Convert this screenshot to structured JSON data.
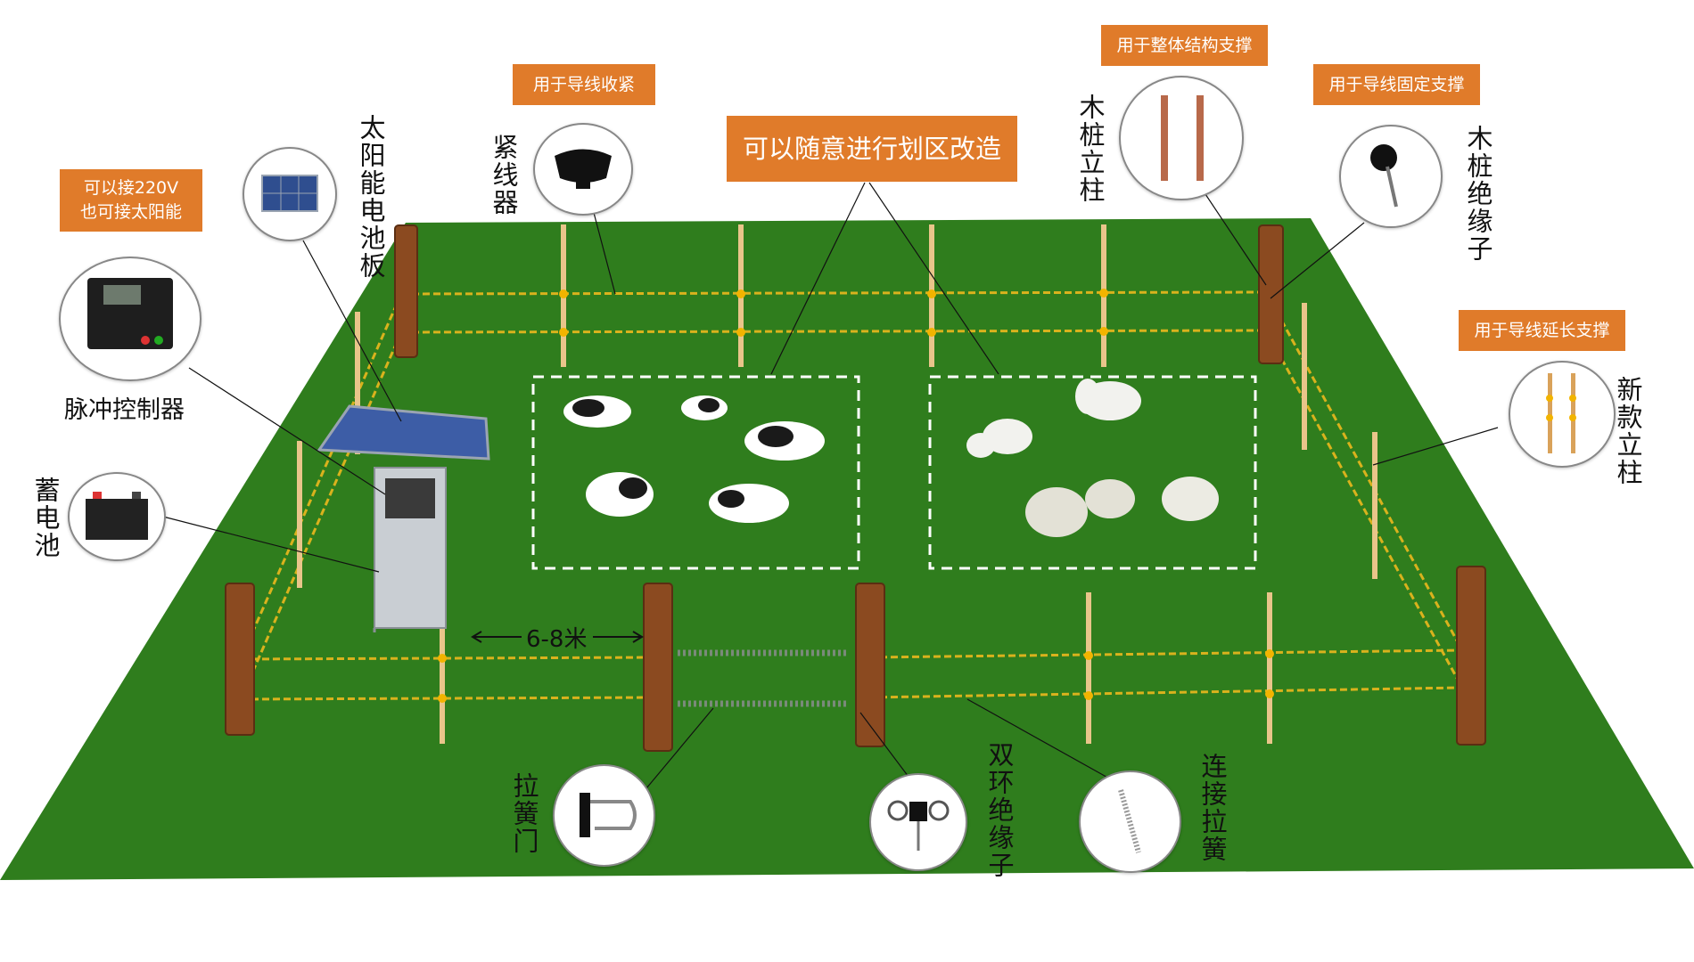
{
  "callouts": {
    "cable_tighten": "用于导线收紧",
    "partition": "可以随意进行划区改造",
    "structure_support": "用于整体结构支撑",
    "wire_fix": "用于导线固定支撑",
    "wire_extend": "用于导线延长支撑",
    "power_line1": "可以接220V",
    "power_line2": "也可接太阳能"
  },
  "labels": {
    "solar_panel": "太阳能电池板",
    "tightener": "紧线器",
    "wood_post": "木桩立柱",
    "wood_insulator": "木桩绝缘子",
    "new_post": "新款立柱",
    "pulse_controller": "脉冲控制器",
    "battery": "蓄电池",
    "spring_gate": "拉簧门",
    "double_ring_insulator": "双环绝缘子",
    "connecting_spring": "连接拉簧",
    "distance": "6-8米"
  },
  "colors": {
    "field_green": "#2f7d1d",
    "callout_orange": "#e07b2a",
    "wood_brown": "#8b4a20",
    "wire_yellow": "#d9b21d"
  },
  "icons": [
    "solar-panel-icon",
    "controller-icon",
    "battery-icon",
    "tightener-icon",
    "post-pair-icon",
    "insulator-icon",
    "new-post-icon",
    "spring-gate-icon",
    "double-ring-icon",
    "spring-icon"
  ]
}
